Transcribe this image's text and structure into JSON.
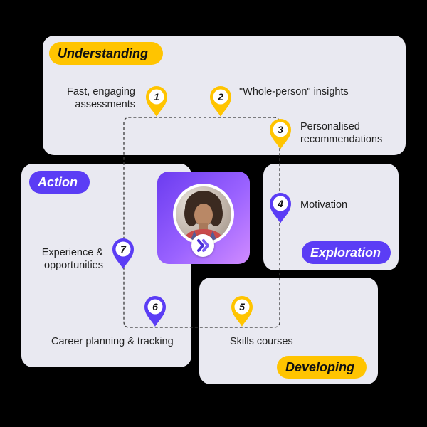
{
  "sections": {
    "understanding": "Understanding",
    "action": "Action",
    "exploration": "Exploration",
    "developing": "Developing"
  },
  "steps": [
    {
      "number": "1",
      "label_line1": "Fast, engaging",
      "label_line2": "assessments",
      "color": "#ffc400"
    },
    {
      "number": "2",
      "label_line1": "\"Whole-person\" insights",
      "label_line2": "",
      "color": "#ffc400"
    },
    {
      "number": "3",
      "label_line1": "Personalised",
      "label_line2": "recommendations",
      "color": "#ffc400"
    },
    {
      "number": "4",
      "label_line1": "Motivation",
      "label_line2": "",
      "color": "#5b3df5"
    },
    {
      "number": "5",
      "label_line1": "Skills courses",
      "label_line2": "",
      "color": "#ffc400"
    },
    {
      "number": "6",
      "label_line1": "Career planning & tracking",
      "label_line2": "",
      "color": "#5b3df5"
    },
    {
      "number": "7",
      "label_line1": "Experience &",
      "label_line2": "opportunities",
      "color": "#5b3df5"
    }
  ],
  "colors": {
    "yellow": "#ffc400",
    "purple": "#5b3df5",
    "card": "#e9e9f1",
    "background": "#000000"
  },
  "icons": {
    "pin": "map-pin-icon",
    "logo": "chevron-logo-icon"
  }
}
